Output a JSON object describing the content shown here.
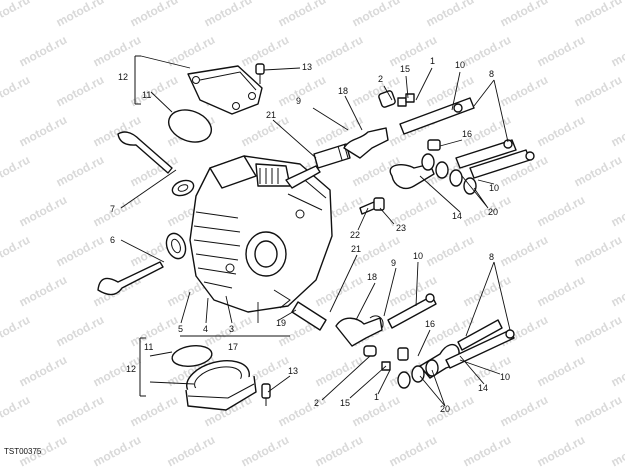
{
  "diagram": {
    "code": "TST00375",
    "watermark": "motod.ru",
    "callouts": [
      {
        "id": "c13a",
        "text": "13"
      },
      {
        "id": "c12a",
        "text": "12"
      },
      {
        "id": "c11a",
        "text": "11"
      },
      {
        "id": "c7",
        "text": "7"
      },
      {
        "id": "c6",
        "text": "6"
      },
      {
        "id": "c5",
        "text": "5"
      },
      {
        "id": "c4",
        "text": "4"
      },
      {
        "id": "c3",
        "text": "3"
      },
      {
        "id": "c17",
        "text": "17"
      },
      {
        "id": "c19",
        "text": "19"
      },
      {
        "id": "c21a",
        "text": "21"
      },
      {
        "id": "c9a",
        "text": "9"
      },
      {
        "id": "c18a",
        "text": "18"
      },
      {
        "id": "c2a",
        "text": "2"
      },
      {
        "id": "c15a",
        "text": "15"
      },
      {
        "id": "c1a",
        "text": "1"
      },
      {
        "id": "c10a",
        "text": "10"
      },
      {
        "id": "c8a",
        "text": "8"
      },
      {
        "id": "c16a",
        "text": "16"
      },
      {
        "id": "c10b",
        "text": "10"
      },
      {
        "id": "c14a",
        "text": "14"
      },
      {
        "id": "c20a",
        "text": "20"
      },
      {
        "id": "c22",
        "text": "22"
      },
      {
        "id": "c23",
        "text": "23"
      },
      {
        "id": "c21b",
        "text": "21"
      },
      {
        "id": "c18b",
        "text": "18"
      },
      {
        "id": "c9b",
        "text": "9"
      },
      {
        "id": "c10c",
        "text": "10"
      },
      {
        "id": "c8b",
        "text": "8"
      },
      {
        "id": "c16b",
        "text": "16"
      },
      {
        "id": "c10d",
        "text": "10"
      },
      {
        "id": "c14b",
        "text": "14"
      },
      {
        "id": "c20b",
        "text": "20"
      },
      {
        "id": "c2b",
        "text": "2"
      },
      {
        "id": "c15b",
        "text": "15"
      },
      {
        "id": "c1b",
        "text": "1"
      },
      {
        "id": "c11b",
        "text": "11"
      },
      {
        "id": "c12b",
        "text": "12"
      },
      {
        "id": "c13b",
        "text": "13"
      }
    ]
  }
}
